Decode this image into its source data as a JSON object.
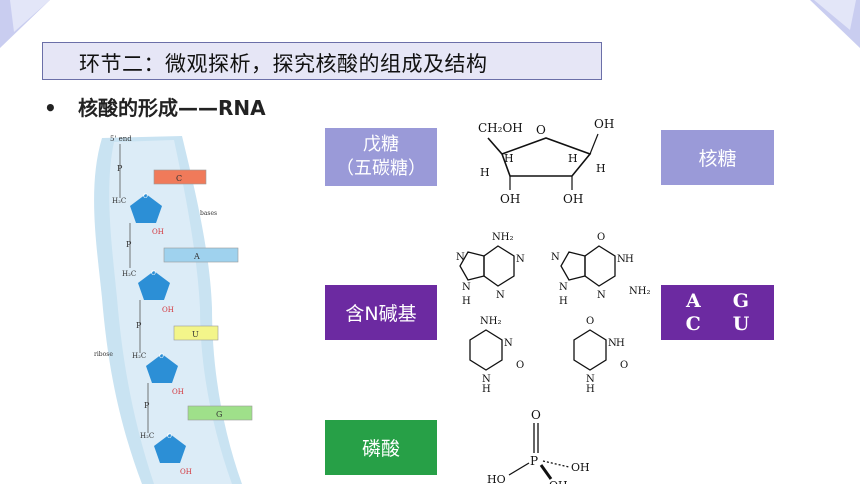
{
  "title": "环节二：微观探析，探究核酸的组成及结构",
  "bullet": "核酸的形成——RNA",
  "boxes": {
    "pentose_line1": "戊糖",
    "pentose_line2": "（五碳糖）",
    "ribose": "核糖",
    "base": "含N碱基",
    "bases": [
      "A",
      "G",
      "C",
      "U"
    ],
    "phosphate": "磷酸"
  },
  "strand": {
    "end_label": "5' end",
    "bases": [
      "C",
      "A",
      "U",
      "G"
    ],
    "base_colors": [
      "#f07a5a",
      "#9fd2ee",
      "#f3f58a",
      "#9fe08a"
    ],
    "side_label_bases": "bases",
    "side_label_ribose": "ribose",
    "phosphate_atom": "P",
    "oxygen_atom": "O",
    "hydroxyl": "OH",
    "methylene": "H₂C"
  },
  "ribose_structure": {
    "ch2oh": "CH₂OH",
    "o": "O",
    "oh": "OH",
    "h": "H"
  },
  "adenine": {
    "nh2": "NH₂",
    "n": "N",
    "nh": "N",
    "h": "H"
  },
  "guanine": {
    "o": "O",
    "n": "N",
    "h": "H",
    "nh2": "NH₂"
  },
  "cytosine": {
    "nh2": "NH₂",
    "n": "N",
    "o": "O",
    "h": "H"
  },
  "uracil": {
    "o": "O",
    "n": "N",
    "h": "H"
  },
  "phosphoric_acid": {
    "o": "O",
    "p": "P",
    "oh": "OH",
    "ho": "HO"
  },
  "colors": {
    "title_border": "#6b6fa8",
    "pentose": "#9a9ad8",
    "base": "#6c2aa1",
    "phosphate": "#27a047"
  }
}
